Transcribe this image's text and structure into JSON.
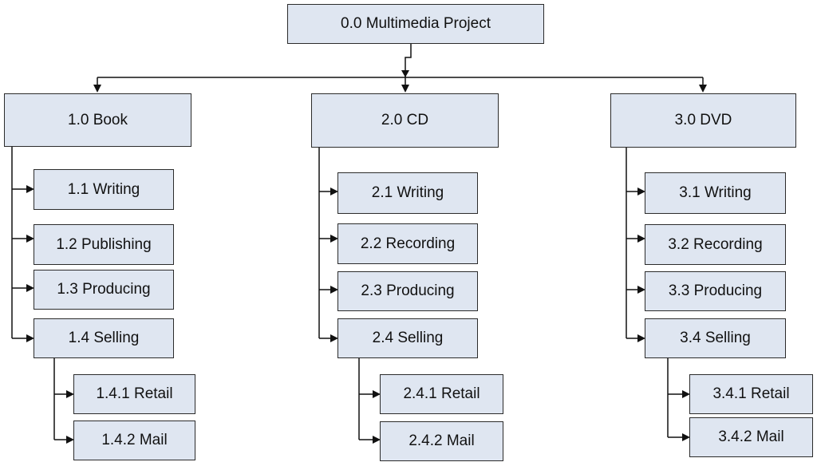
{
  "root": {
    "label": "0.0 Multimedia Project"
  },
  "branches": [
    {
      "label": "1.0 Book",
      "children": [
        {
          "label": "1.1 Writing"
        },
        {
          "label": "1.2 Publishing"
        },
        {
          "label": "1.3 Producing"
        },
        {
          "label": "1.4 Selling",
          "children": [
            {
              "label": "1.4.1 Retail"
            },
            {
              "label": "1.4.2 Mail"
            }
          ]
        }
      ]
    },
    {
      "label": "2.0 CD",
      "children": [
        {
          "label": "2.1 Writing"
        },
        {
          "label": "2.2 Recording"
        },
        {
          "label": "2.3 Producing"
        },
        {
          "label": "2.4 Selling",
          "children": [
            {
              "label": "2.4.1 Retail"
            },
            {
              "label": "2.4.2 Mail"
            }
          ]
        }
      ]
    },
    {
      "label": "3.0 DVD",
      "children": [
        {
          "label": "3.1 Writing"
        },
        {
          "label": "3.2 Recording"
        },
        {
          "label": "3.3 Producing"
        },
        {
          "label": "3.4 Selling",
          "children": [
            {
              "label": "3.4.1 Retail"
            },
            {
              "label": "3.4.2 Mail"
            }
          ]
        }
      ]
    }
  ],
  "colors": {
    "box_fill": "#dfe6f1",
    "box_border": "#2b2b2b",
    "connector": "#111111"
  }
}
